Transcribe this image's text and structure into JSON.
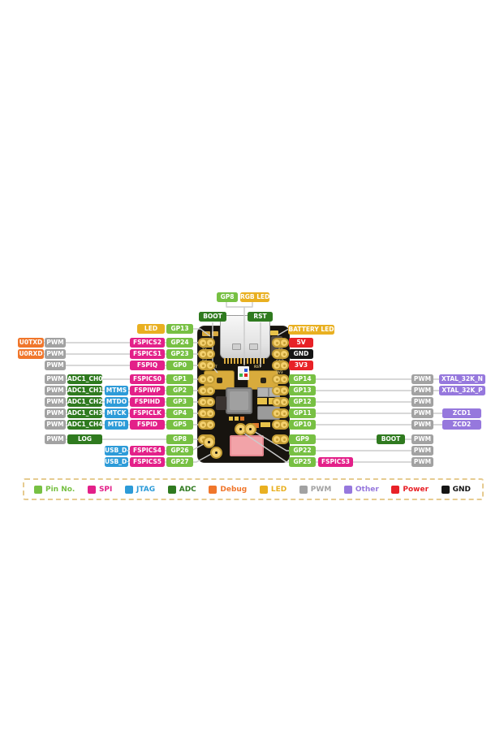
{
  "colors": {
    "pin": "#77c043",
    "spi": "#e32089",
    "jtag": "#2d9bd8",
    "adc": "#2f7a1f",
    "debug": "#f0762b",
    "led": "#e9b021",
    "pwm": "#a2a2a2",
    "other": "#9678dd",
    "power": "#e82127",
    "gnd": "#151515"
  },
  "top": {
    "labels": [
      {
        "text": "GP8",
        "type": "pin"
      },
      {
        "text": "RGB LED",
        "type": "led"
      },
      {
        "text": "BOOT",
        "type": "adc"
      },
      {
        "text": "RST",
        "type": "adc"
      }
    ]
  },
  "left_rows": [
    {
      "labels": [
        {
          "text": "LED",
          "slot": "led",
          "type": "led"
        },
        {
          "text": "GP13",
          "slot": "pin",
          "type": "pin"
        }
      ]
    },
    {
      "labels": [
        {
          "text": "U0TXD",
          "slot": "uart",
          "type": "debug"
        },
        {
          "text": "PWM",
          "slot": "pwm",
          "type": "pwm"
        },
        {
          "text": "FSPICS2",
          "slot": "spi",
          "type": "spi"
        },
        {
          "text": "GP24",
          "slot": "pin",
          "type": "pin"
        }
      ]
    },
    {
      "labels": [
        {
          "text": "U0RXD",
          "slot": "uart",
          "type": "debug"
        },
        {
          "text": "PWM",
          "slot": "pwm",
          "type": "pwm"
        },
        {
          "text": "FSPICS1",
          "slot": "spi",
          "type": "spi"
        },
        {
          "text": "GP23",
          "slot": "pin",
          "type": "pin"
        }
      ]
    },
    {
      "labels": [
        {
          "text": "PWM",
          "slot": "pwm",
          "type": "pwm"
        },
        {
          "text": "FSPIQ",
          "slot": "spi",
          "type": "spi"
        },
        {
          "text": "GP0",
          "slot": "pin",
          "type": "pin"
        }
      ]
    },
    {
      "labels": [
        {
          "text": "PWM",
          "slot": "pwm",
          "type": "pwm"
        },
        {
          "text": "ADC1_CH0",
          "slot": "adc",
          "type": "adc"
        },
        {
          "text": "FSPICS0",
          "slot": "spi",
          "type": "spi"
        },
        {
          "text": "GP1",
          "slot": "pin",
          "type": "pin"
        }
      ]
    },
    {
      "labels": [
        {
          "text": "PWM",
          "slot": "pwm",
          "type": "pwm"
        },
        {
          "text": "ADC1_CH1",
          "slot": "adc",
          "type": "adc"
        },
        {
          "text": "MTMS",
          "slot": "jtag",
          "type": "jtag"
        },
        {
          "text": "FSPIWP",
          "slot": "spi",
          "type": "spi"
        },
        {
          "text": "GP2",
          "slot": "pin",
          "type": "pin"
        }
      ]
    },
    {
      "labels": [
        {
          "text": "PWM",
          "slot": "pwm",
          "type": "pwm"
        },
        {
          "text": "ADC1_CH2",
          "slot": "adc",
          "type": "adc"
        },
        {
          "text": "MTDO",
          "slot": "jtag",
          "type": "jtag"
        },
        {
          "text": "FSPIHD",
          "slot": "spi",
          "type": "spi"
        },
        {
          "text": "GP3",
          "slot": "pin",
          "type": "pin"
        }
      ]
    },
    {
      "labels": [
        {
          "text": "PWM",
          "slot": "pwm",
          "type": "pwm"
        },
        {
          "text": "ADC1_CH3",
          "slot": "adc",
          "type": "adc"
        },
        {
          "text": "MTCK",
          "slot": "jtag",
          "type": "jtag"
        },
        {
          "text": "FSPICLK",
          "slot": "spi",
          "type": "spi"
        },
        {
          "text": "GP4",
          "slot": "pin",
          "type": "pin"
        }
      ]
    },
    {
      "labels": [
        {
          "text": "PWM",
          "slot": "pwm",
          "type": "pwm"
        },
        {
          "text": "ADC1_CH4",
          "slot": "adc",
          "type": "adc"
        },
        {
          "text": "MTDI",
          "slot": "jtag",
          "type": "jtag"
        },
        {
          "text": "FSPID",
          "slot": "spi",
          "type": "spi"
        },
        {
          "text": "GP5",
          "slot": "pin",
          "type": "pin"
        }
      ]
    },
    {
      "labels": [
        {
          "text": "PWM",
          "slot": "pwm",
          "type": "pwm"
        },
        {
          "text": "LOG",
          "slot": "adc",
          "type": "adc"
        },
        {
          "text": "GP8",
          "slot": "pin",
          "type": "pin"
        }
      ]
    },
    {
      "labels": [
        {
          "text": "USB_D-",
          "slot": "jtag",
          "type": "jtag"
        },
        {
          "text": "FSPICS4",
          "slot": "spi",
          "type": "spi"
        },
        {
          "text": "GP26",
          "slot": "pin",
          "type": "pin"
        }
      ]
    },
    {
      "labels": [
        {
          "text": "USB_D+",
          "slot": "jtag",
          "type": "jtag"
        },
        {
          "text": "FSPICS5",
          "slot": "spi",
          "type": "spi"
        },
        {
          "text": "GP27",
          "slot": "pin",
          "type": "pin"
        }
      ]
    }
  ],
  "right_rows": [
    {
      "labels": [
        {
          "text": "BATTERY LED",
          "slot": "battery",
          "type": "led"
        }
      ]
    },
    {
      "labels": [
        {
          "text": "5V",
          "slot": "power",
          "type": "power"
        }
      ]
    },
    {
      "labels": [
        {
          "text": "GND",
          "slot": "power",
          "type": "gnd"
        }
      ]
    },
    {
      "labels": [
        {
          "text": "3V3",
          "slot": "power",
          "type": "power"
        }
      ]
    },
    {
      "labels": [
        {
          "text": "GP14",
          "slot": "pin",
          "type": "pin"
        },
        {
          "text": "PWM",
          "slot": "pwm",
          "type": "pwm"
        },
        {
          "text": "XTAL_32K_N",
          "slot": "other",
          "type": "other"
        }
      ]
    },
    {
      "labels": [
        {
          "text": "GP13",
          "slot": "pin",
          "type": "pin"
        },
        {
          "text": "PWM",
          "slot": "pwm",
          "type": "pwm"
        },
        {
          "text": "XTAL_32K_P",
          "slot": "other",
          "type": "other"
        }
      ]
    },
    {
      "labels": [
        {
          "text": "GP12",
          "slot": "pin",
          "type": "pin"
        },
        {
          "text": "PWM",
          "slot": "pwm",
          "type": "pwm"
        }
      ]
    },
    {
      "labels": [
        {
          "text": "GP11",
          "slot": "pin",
          "type": "pin"
        },
        {
          "text": "PWM",
          "slot": "pwm",
          "type": "pwm"
        },
        {
          "text": "ZCD1",
          "slot": "zcd",
          "type": "other"
        }
      ]
    },
    {
      "labels": [
        {
          "text": "GP10",
          "slot": "pin",
          "type": "pin"
        },
        {
          "text": "PWM",
          "slot": "pwm",
          "type": "pwm"
        },
        {
          "text": "ZCD2",
          "slot": "zcd",
          "type": "other"
        }
      ]
    },
    {
      "labels": [
        {
          "text": "GP9",
          "slot": "pin",
          "type": "pin"
        },
        {
          "text": "BOOT",
          "slot": "boot",
          "type": "adc"
        },
        {
          "text": "PWM",
          "slot": "pwm",
          "type": "pwm"
        }
      ]
    },
    {
      "labels": [
        {
          "text": "GP22",
          "slot": "pin",
          "type": "pin"
        },
        {
          "text": "PWM",
          "slot": "pwm",
          "type": "pwm"
        }
      ]
    },
    {
      "labels": [
        {
          "text": "GP25",
          "slot": "pin",
          "type": "pin"
        },
        {
          "text": "FSPICS3",
          "slot": "spi",
          "type": "spi"
        },
        {
          "text": "PWM",
          "slot": "pwm",
          "type": "pwm"
        }
      ]
    }
  ],
  "legend": [
    {
      "label": "Pin No.",
      "type": "pin"
    },
    {
      "label": "SPI",
      "type": "spi"
    },
    {
      "label": "JTAG",
      "type": "jtag"
    },
    {
      "label": "ADC",
      "type": "adc"
    },
    {
      "label": "Debug",
      "type": "debug"
    },
    {
      "label": "LED",
      "type": "led"
    },
    {
      "label": "PWM",
      "type": "pwm"
    },
    {
      "label": "Other",
      "type": "other"
    },
    {
      "label": "Power",
      "type": "power"
    },
    {
      "label": "GND",
      "type": "gnd"
    }
  ],
  "board": {
    "silkscreen": {
      "boot": "BOOT",
      "rst": "RST",
      "tx": "TX",
      "rx": "RX",
      "v5": "5V",
      "gnd": "GND",
      "v33": "3V3"
    }
  }
}
